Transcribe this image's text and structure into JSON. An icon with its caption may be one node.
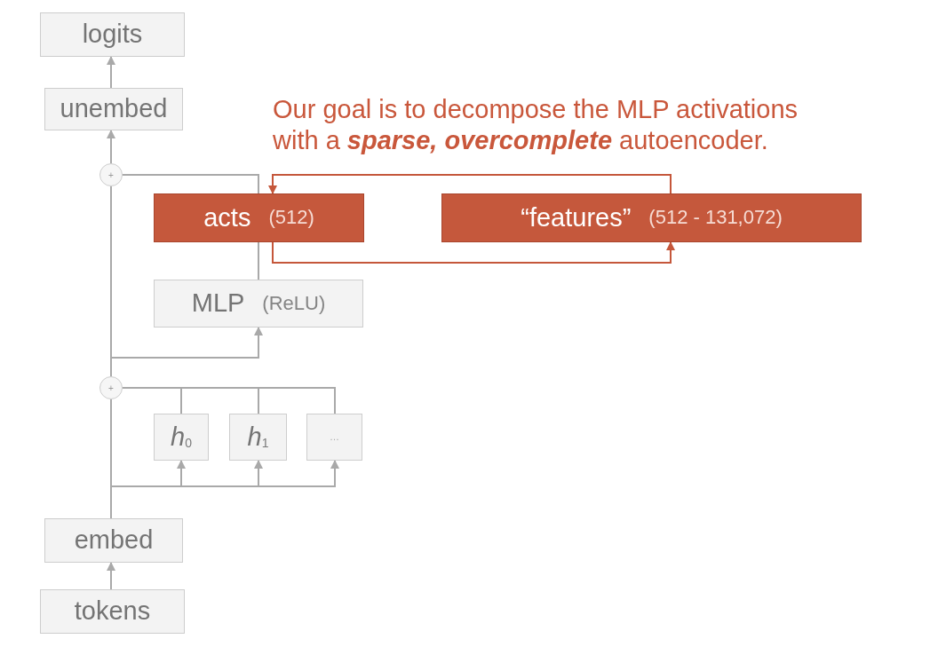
{
  "diagram": {
    "nodes": [
      {
        "text": [
          "logits"
        ]
      },
      {
        "text": [
          "unembed"
        ]
      },
      {
        "text": [
          "+"
        ]
      },
      {
        "text": [
          "acts",
          "(512)"
        ]
      },
      {
        "text": [
          "“features”",
          "(512 - 131,072)"
        ]
      },
      {
        "text": [
          "MLP",
          "(ReLU)"
        ]
      },
      {
        "text": [
          "+"
        ]
      },
      {
        "text": [
          "*h*$_{0}$"
        ]
      },
      {
        "text": [
          "*h*$_{1}$"
        ]
      },
      {
        "text": [
          "…"
        ]
      },
      {
        "text": [
          "embed"
        ]
      },
      {
        "text": [
          "tokens"
        ]
      }
    ],
    "edges": [
      {
        "from": 11,
        "to": 10,
        "arrow": "to"
      },
      {
        "from": 10,
        "to": 6,
        "arrow": "none"
      },
      {
        "from": 10,
        "to": 7,
        "arrow": "to"
      },
      {
        "from": 10,
        "to": 8,
        "arrow": "to"
      },
      {
        "from": 10,
        "to": 9,
        "arrow": "to"
      },
      {
        "from": 7,
        "to": 6,
        "arrow": "none"
      },
      {
        "from": 8,
        "to": 6,
        "arrow": "none"
      },
      {
        "from": 9,
        "to": 6,
        "arrow": "none"
      },
      {
        "from": 6,
        "to": 5,
        "arrow": "to"
      },
      {
        "from": 6,
        "to": 2,
        "arrow": "none"
      },
      {
        "from": 5,
        "to": 3,
        "arrow": "none"
      },
      {
        "from": 3,
        "to": 2,
        "arrow": "none"
      },
      {
        "from": 2,
        "to": 1,
        "arrow": "to"
      },
      {
        "from": 1,
        "to": 0,
        "arrow": "to"
      },
      {
        "from": 3,
        "to": 4,
        "arrow": "to",
        "color": "#c5573b"
      },
      {
        "from": 4,
        "to": 3,
        "arrow": "to",
        "color": "#c5573b"
      }
    ],
    "labels": [
      "Our goal is to decompose the MLP activations with a **sparse, overcomplete** autoencoder."
    ]
  }
}
